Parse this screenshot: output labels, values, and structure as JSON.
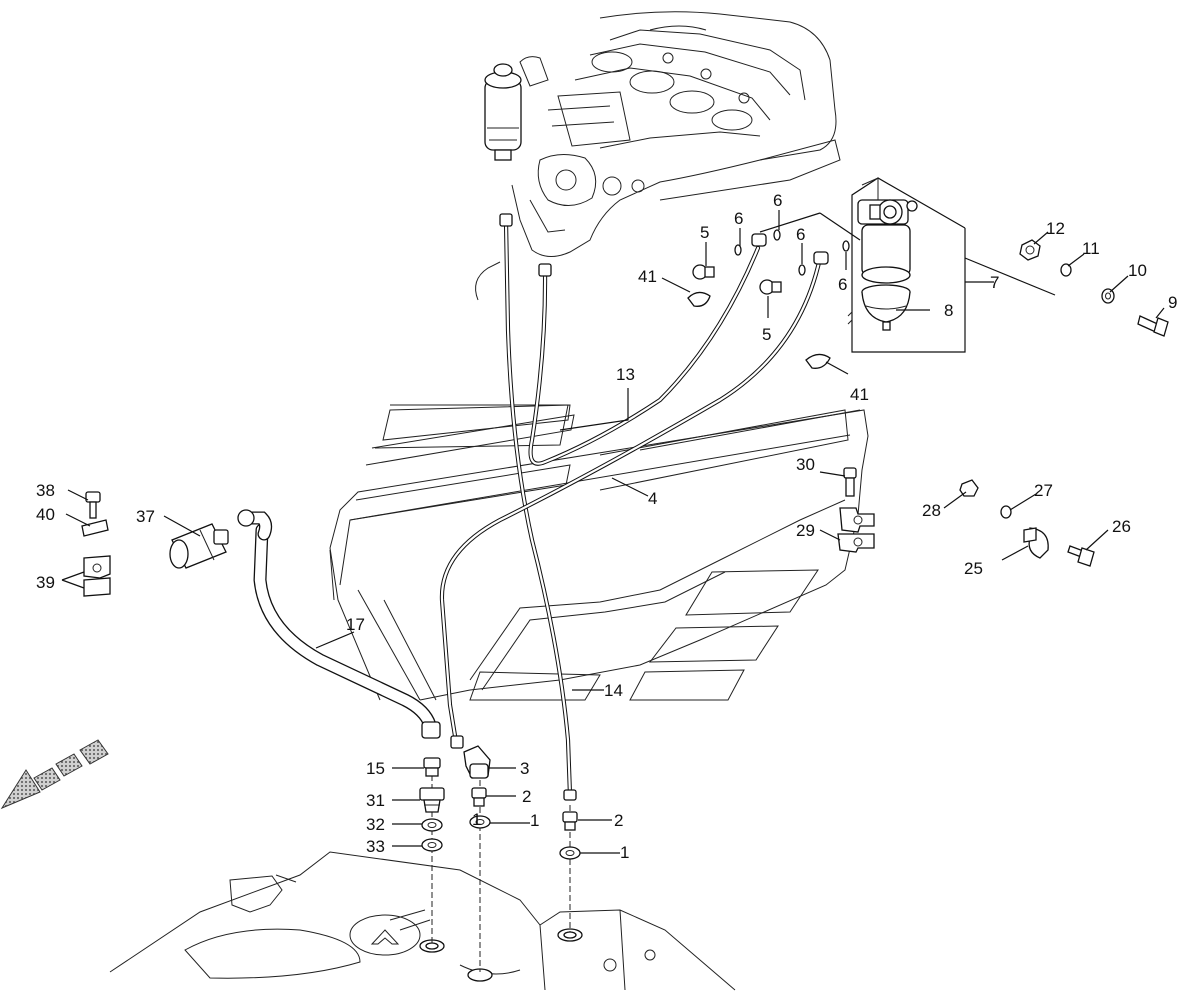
{
  "callouts": [
    "1",
    "1",
    "1",
    "2",
    "2",
    "3",
    "4",
    "5",
    "5",
    "6",
    "6",
    "6",
    "6",
    "7",
    "8",
    "9",
    "10",
    "11",
    "12",
    "13",
    "14",
    "15",
    "17",
    "25",
    "26",
    "27",
    "28",
    "29",
    "30",
    "31",
    "32",
    "33",
    "37",
    "38",
    "39",
    "40",
    "41",
    "41"
  ],
  "colors": {
    "line": "#111111",
    "background": "#ffffff",
    "arrow_fill": "#9a9a9a"
  },
  "icons": [
    "direction-arrow-icon"
  ]
}
